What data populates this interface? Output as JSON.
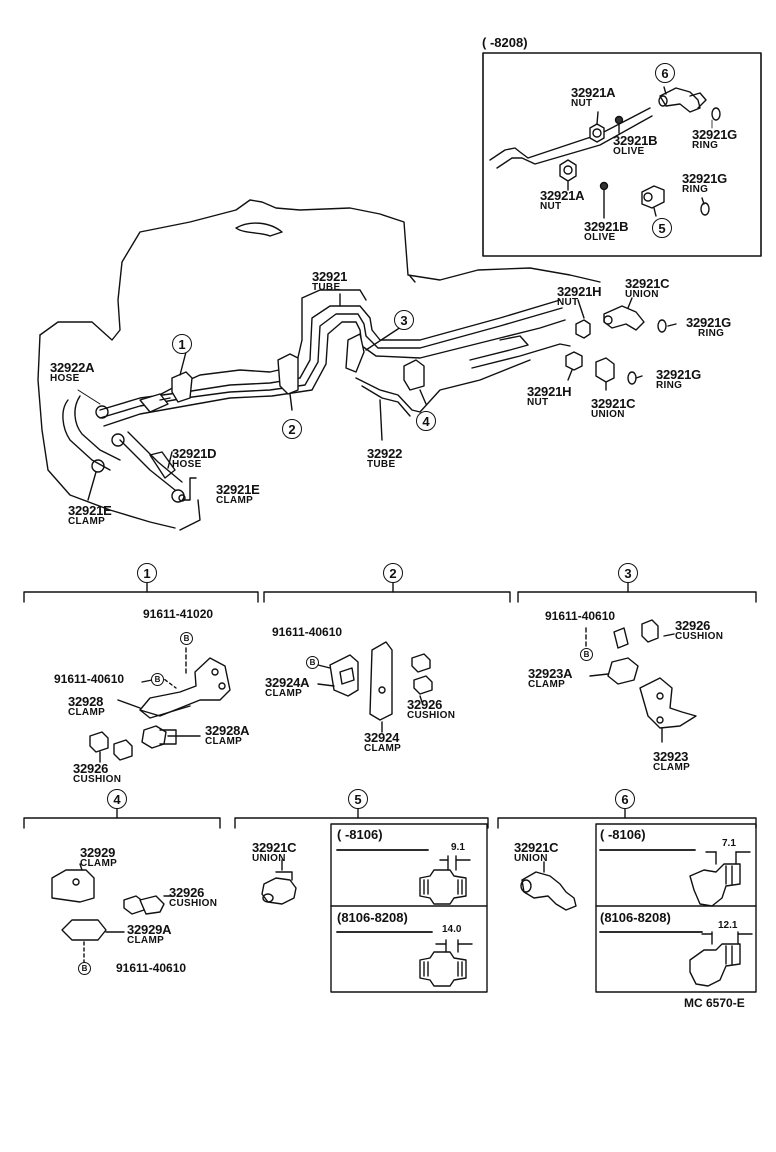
{
  "inset_top": {
    "date_range": "(       -8208)"
  },
  "circles": [
    "1",
    "2",
    "3",
    "4",
    "5",
    "6"
  ],
  "bolt_mark": "B",
  "parts_top": {
    "p32921A_1": {
      "num": "32921A",
      "name": "NUT"
    },
    "p32921B_1": {
      "num": "32921B",
      "name": "OLIVE"
    },
    "p32921G_1": {
      "num": "32921G",
      "name": "RING"
    },
    "p32921G_2": {
      "num": "32921G",
      "name": "RING"
    },
    "p32921A_2": {
      "num": "32921A",
      "name": "NUT"
    },
    "p32921B_2": {
      "num": "32921B",
      "name": "OLIVE"
    },
    "p32921": {
      "num": "32921",
      "name": "TUBE"
    },
    "p32921H_1": {
      "num": "32921H",
      "name": "NUT"
    },
    "p32921C_1": {
      "num": "32921C",
      "name": "UNION"
    },
    "p32921G_3": {
      "num": "32921G",
      "name": "RING"
    },
    "p32921H_2": {
      "num": "32921H",
      "name": "NUT"
    },
    "p32921C_2": {
      "num": "32921C",
      "name": "UNION"
    },
    "p32921G_4": {
      "num": "32921G",
      "name": "RING"
    },
    "p32922A": {
      "num": "32922A",
      "name": "HOSE"
    },
    "p32921D": {
      "num": "32921D",
      "name": "HOSE"
    },
    "p32921E_1": {
      "num": "32921E",
      "name": "CLAMP"
    },
    "p32921E_2": {
      "num": "32921E",
      "name": "CLAMP"
    },
    "p32922": {
      "num": "32922",
      "name": "TUBE"
    }
  },
  "detail1": {
    "bolt_top": "91611-41020",
    "bolt_left": "91611-40610",
    "p32928": {
      "num": "32928",
      "name": "CLAMP"
    },
    "p32928A": {
      "num": "32928A",
      "name": "CLAMP"
    },
    "p32926": {
      "num": "32926",
      "name": "CUSHION"
    }
  },
  "detail2": {
    "bolt": "91611-40610",
    "p32924A": {
      "num": "32924A",
      "name": "CLAMP"
    },
    "p32926": {
      "num": "32926",
      "name": "CUSHION"
    },
    "p32924": {
      "num": "32924",
      "name": "CLAMP"
    }
  },
  "detail3": {
    "bolt": "91611-40610",
    "p32926": {
      "num": "32926",
      "name": "CUSHION"
    },
    "p32923A": {
      "num": "32923A",
      "name": "CLAMP"
    },
    "p32923": {
      "num": "32923",
      "name": "CLAMP"
    }
  },
  "detail4": {
    "p32929": {
      "num": "32929",
      "name": "CLAMP"
    },
    "p32926": {
      "num": "32926",
      "name": "CUSHION"
    },
    "p32929A": {
      "num": "32929A",
      "name": "CLAMP"
    },
    "bolt": "91611-40610"
  },
  "detail5": {
    "part": {
      "num": "32921C",
      "name": "UNION"
    },
    "range_a": "(       -8106)",
    "dim_a": "9.1",
    "range_b": "(8106-8208)",
    "dim_b": "14.0"
  },
  "detail6": {
    "part": {
      "num": "32921C",
      "name": "UNION"
    },
    "range_a": "(       -8106)",
    "dim_a": "7.1",
    "range_b": "(8106-8208)",
    "dim_b": "12.1"
  },
  "figure_code": "MC 6570-E"
}
